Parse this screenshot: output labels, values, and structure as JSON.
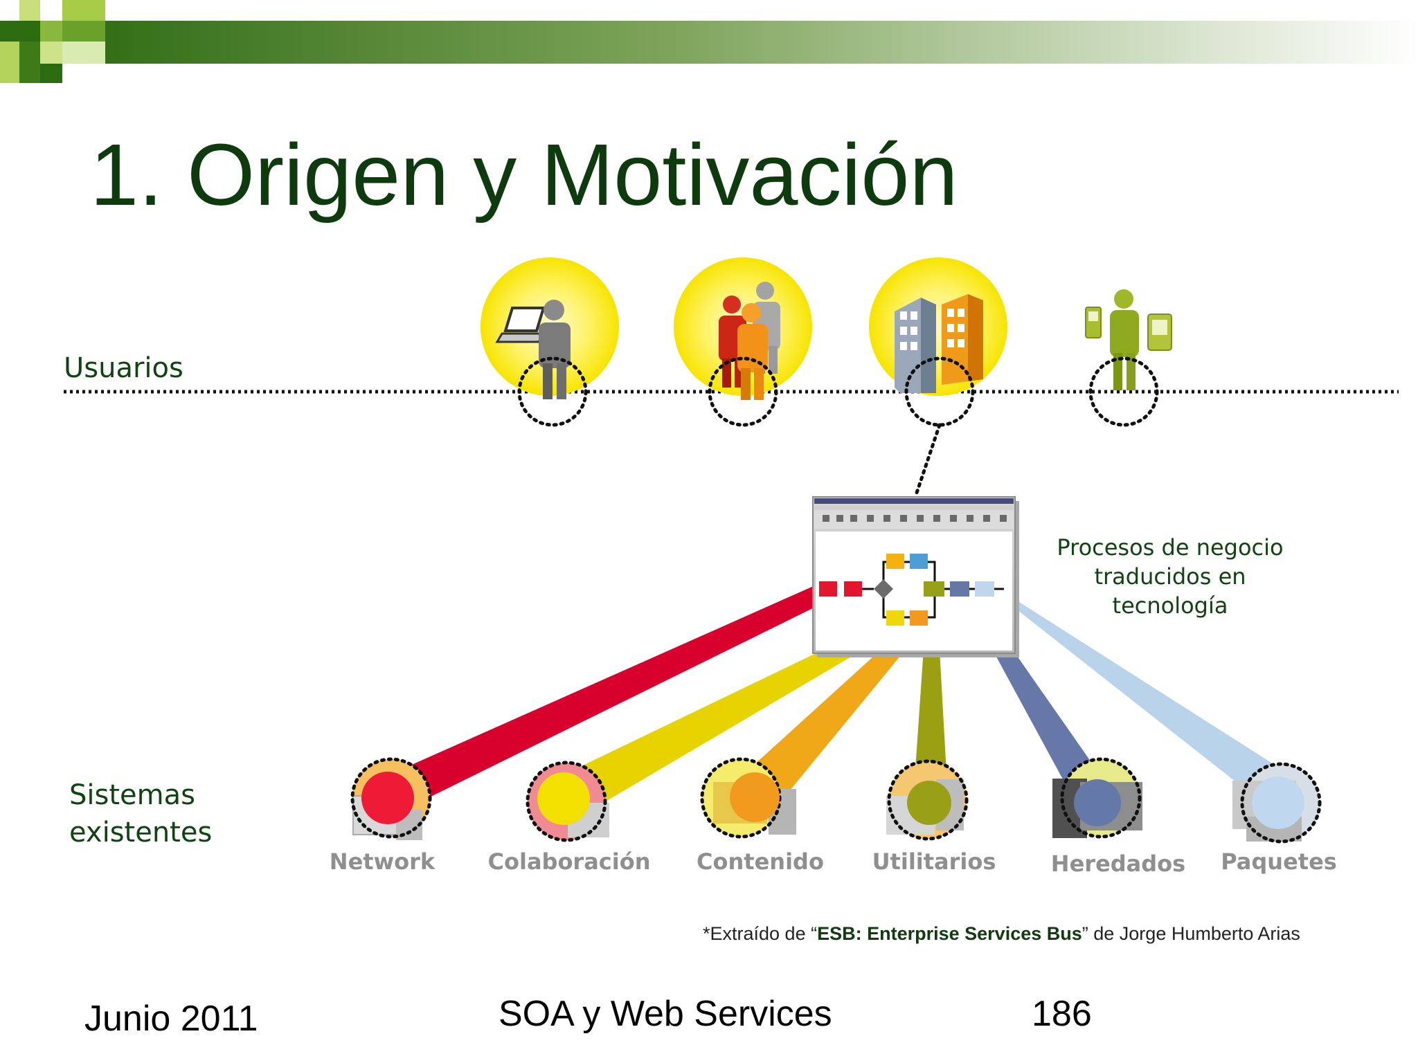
{
  "slide": {
    "title": "1. Origen y Motivación",
    "users_label": "Usuarios",
    "systems_label_line1": "Sistemas",
    "systems_label_line2": "existentes",
    "process_label_line1": "Procesos de negocio",
    "process_label_line2": "traducidos en",
    "process_label_line3": "tecnología",
    "systems": [
      "Network",
      "Colaboración",
      "Contenido",
      "Utilitarios",
      "Heredados",
      "Paquetes"
    ],
    "credit": {
      "prefix": "*Extraído de “",
      "bold": "ESB: Enterprise Services Bus",
      "suffix": "” de Jorge Humberto Arias"
    },
    "footer": {
      "date": "Junio 2011",
      "course": "SOA y Web Services",
      "page": "186"
    }
  },
  "colors": {
    "title": "#0e3b0e",
    "labels": "#0f4410",
    "network_beam": "#d8002c",
    "colaboracion_beam": "#e6d300",
    "contenido_beam": "#f0a819",
    "utilitarios_beam": "#9aa012",
    "heredados_beam": "#6578a8",
    "paquetes_beam": "#b9d3ea"
  }
}
